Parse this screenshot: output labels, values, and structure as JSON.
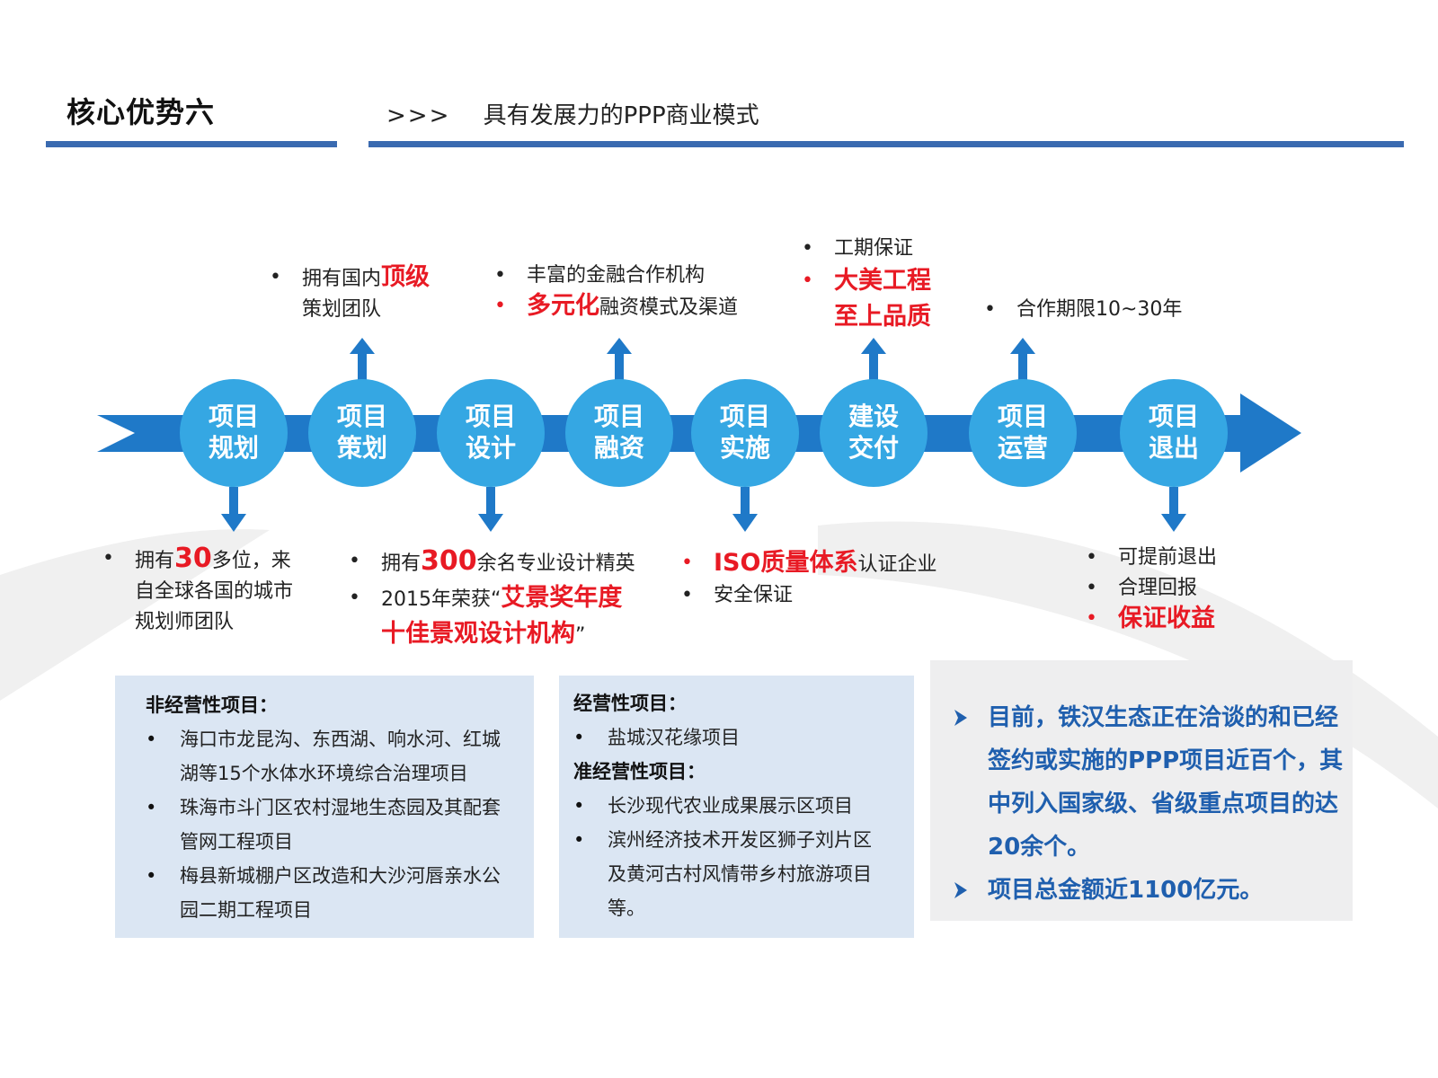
{
  "header": {
    "title": "核心优势六",
    "arrows": ">>>",
    "subtitle": "具有发展力的PPP商业模式"
  },
  "colors": {
    "accent": "#3a6ab0",
    "arrow_band": "#1f79c8",
    "node_fill": "#35a7e3",
    "highlight_red": "#e81a24",
    "summary_text": "#1f5fae"
  },
  "flow": {
    "nodes": [
      {
        "label": "项目\n规划"
      },
      {
        "label": "项目\n策划"
      },
      {
        "label": "项目\n设计"
      },
      {
        "label": "项目\n融资"
      },
      {
        "label": "项目\n实施"
      },
      {
        "label": "建设\n交付"
      },
      {
        "label": "项目\n运营"
      },
      {
        "label": "项目\n退出"
      }
    ]
  },
  "notes": {
    "planning": {
      "line1_pre": "拥有",
      "line1_num": "30",
      "line1_post": "多位，来",
      "line2": "自全球各国的城市",
      "line3": "规划师团队"
    },
    "strategy": {
      "line1_pre": "拥有国内",
      "line1_hl": "顶级",
      "line2": "策划团队"
    },
    "design": {
      "item1_pre": "拥有",
      "item1_num": "300",
      "item1_post": "余名专业设计精英",
      "item2_pre": "2015年荣获“",
      "item2_hl": "艾景奖年度",
      "item2_line2_hl": "十佳景观设计机构",
      "item2_line2_post": "”"
    },
    "financing": {
      "item1": "丰富的金融合作机构",
      "item2_hl": "多元化",
      "item2_post": "融资模式及渠道"
    },
    "implementation": {
      "item1_hl": "ISO质量体系",
      "item1_post": "认证企业",
      "item2": "安全保证"
    },
    "delivery": {
      "item1": "工期保证",
      "item2_hl1": "大美工程",
      "item2_hl2": "至上品质"
    },
    "operation": {
      "item1": "合作期限10~30年"
    },
    "exit": {
      "item1": "可提前退出",
      "item2": "合理回报",
      "item3_hl": "保证收益"
    }
  },
  "panels": {
    "non_operating": {
      "heading": "非经营性项目：",
      "items": [
        {
          "line1": "海口市龙昆沟、东西湖、响水河、红城",
          "line2": "湖等15个水体水环境综合治理项目"
        },
        {
          "line1": "珠海市斗门区农村湿地生态园及其配套",
          "line2": "管网工程项目"
        },
        {
          "line1": "梅县新城棚户区改造和大沙河唇亲水公",
          "line2": "园二期工程项目"
        }
      ]
    },
    "operating": {
      "heading": "经营性项目：",
      "items": [
        {
          "line1": "盐城汉花缘项目"
        }
      ],
      "heading2": "准经营性项目：",
      "items2": [
        {
          "line1": "长沙现代农业成果展示区项目"
        },
        {
          "line1": "滨州经济技术开发区狮子刘片区",
          "line2": "及黄河古村风情带乡村旅游项目",
          "line3": "等。"
        }
      ]
    }
  },
  "summary": {
    "item1_lines": [
      "目前，铁汉生态正在洽谈的和已经",
      "签约或实施的PPP项目近百个，其",
      "中列入国家级、省级重点项目的达",
      "20余个。"
    ],
    "item2": "项目总金额近1100亿元。"
  }
}
